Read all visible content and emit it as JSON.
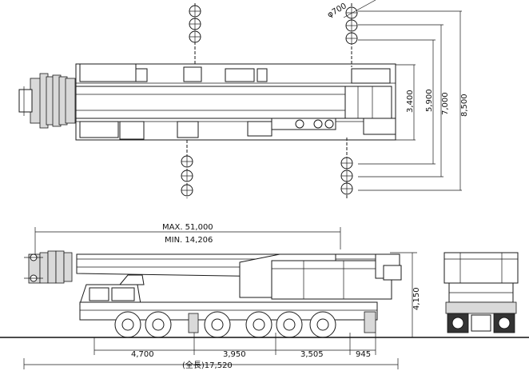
{
  "diagram": {
    "plan_view": {
      "outrigger_pad_label": "φ700",
      "dim_3400": "3,400",
      "dim_5900": "5,900",
      "dim_7000": "7,000",
      "dim_8500": "8,500"
    },
    "side_view": {
      "boom_max_label": "MAX. 51,000",
      "boom_min_label": "MIN. 14,206",
      "height_label": "4,150",
      "dim_4700": "4,700",
      "dim_3950": "3,950",
      "dim_3505": "3,505",
      "dim_945": "945",
      "overall_length_label": "(全長)17,520"
    }
  }
}
